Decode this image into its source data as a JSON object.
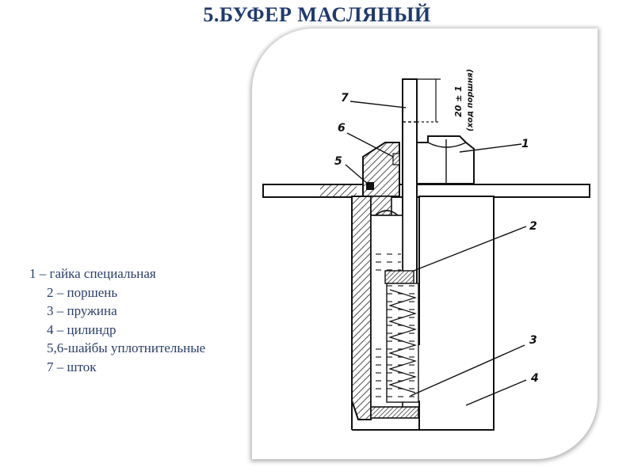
{
  "title": "5.БУФЕР МАСЛЯНЫЙ",
  "legend": [
    "1 – гайка специальная",
    "2 – поршень",
    "3 – пружина",
    "4 – цилиндр",
    "5,6-шайбы уплотнительные",
    "7 – шток"
  ],
  "drawing": {
    "callouts": [
      "1",
      "2",
      "3",
      "4",
      "5",
      "6",
      "7"
    ],
    "dimension": "20 ± 1",
    "dimension_note": "(ход поршня)"
  }
}
